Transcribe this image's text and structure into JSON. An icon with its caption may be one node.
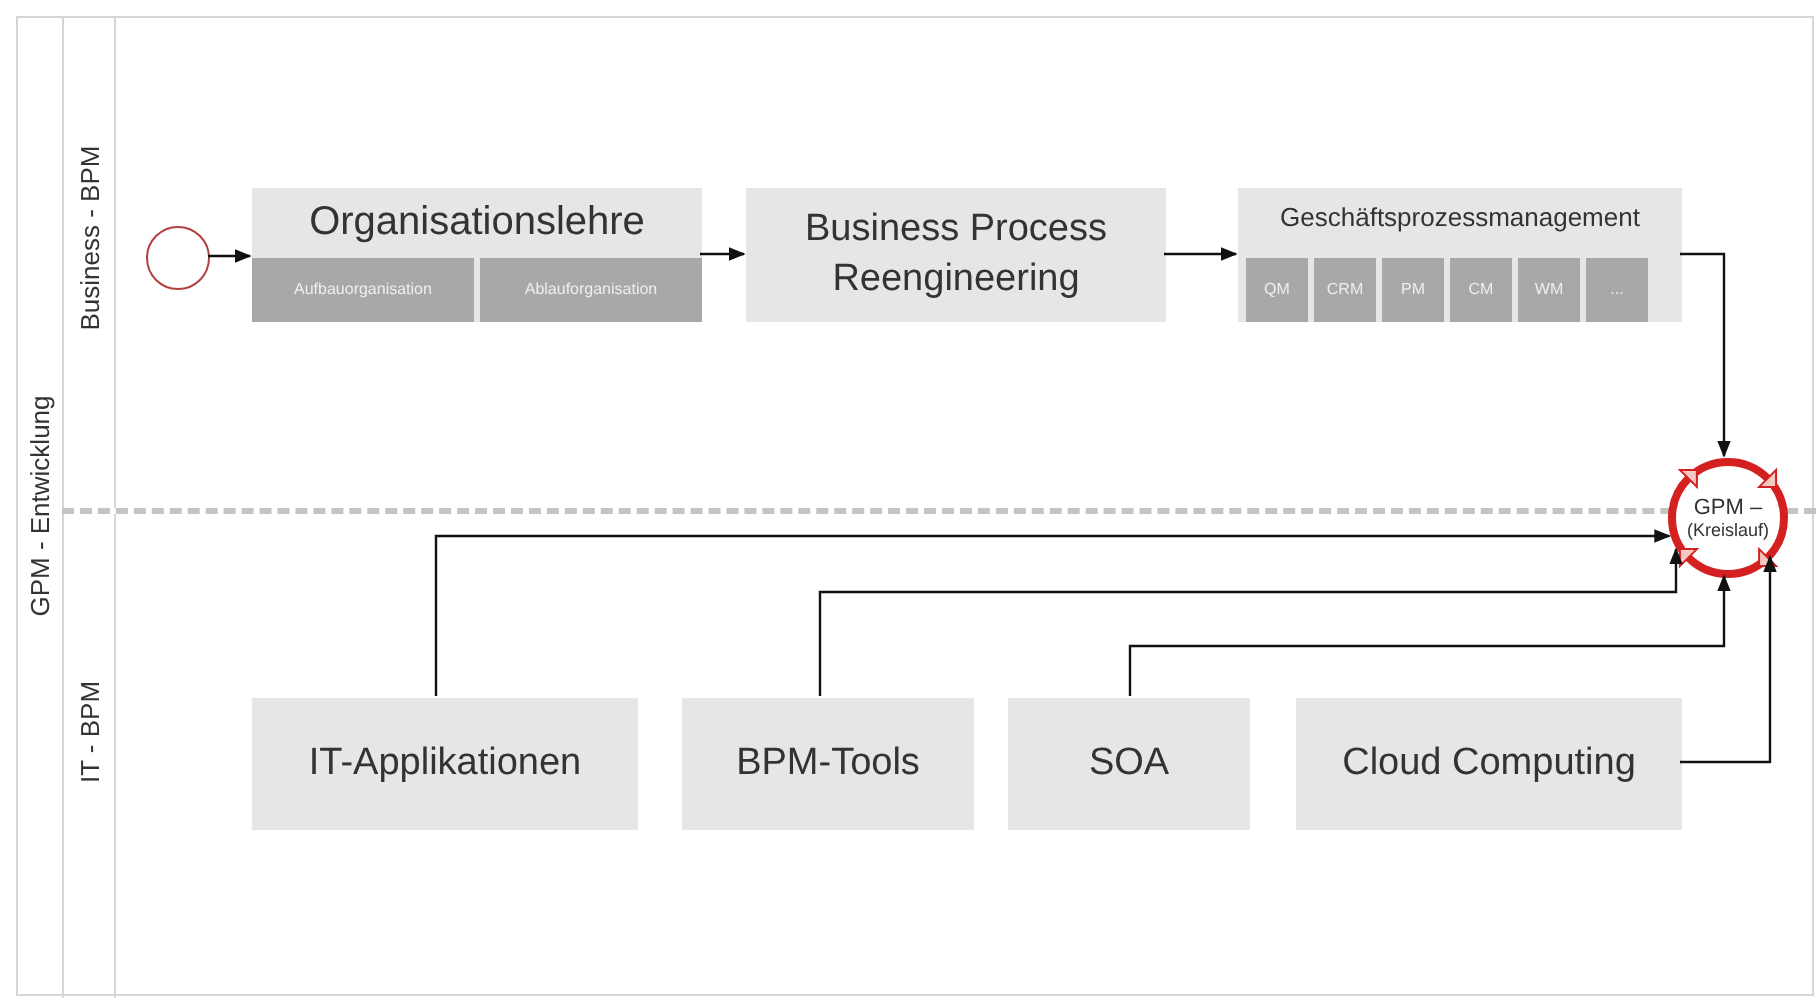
{
  "diagram": {
    "nodes": [
      {
        "text": [
          "GPM - Entwicklung"
        ]
      },
      {
        "text": [
          "Business - BPM"
        ],
        "in": 0
      },
      {
        "text": [
          "IT - BPM"
        ],
        "in": 0
      },
      {
        "text": [],
        "shape": "circle",
        "in": 1
      },
      {
        "text": [
          "Organisationslehre"
        ],
        "in": 1
      },
      {
        "text": [
          "Aufbauorganisation"
        ],
        "in": 4
      },
      {
        "text": [
          "Ablauforganisation"
        ],
        "in": 4
      },
      {
        "text": [
          "Business Process Reengineering"
        ],
        "in": 1
      },
      {
        "text": [
          "Geschäftsprozessmanagement"
        ],
        "in": 1
      },
      {
        "text": [
          "QM"
        ],
        "in": 8
      },
      {
        "text": [
          "CRM"
        ],
        "in": 8
      },
      {
        "text": [
          "PM"
        ],
        "in": 8
      },
      {
        "text": [
          "CM"
        ],
        "in": 8
      },
      {
        "text": [
          "WM"
        ],
        "in": 8
      },
      {
        "text": [
          "..."
        ],
        "in": 8
      },
      {
        "text": [
          "GPM –",
          "(Kreislauf)"
        ],
        "in": 0
      },
      {
        "text": [
          "IT-Applikationen"
        ],
        "in": 2
      },
      {
        "text": [
          "BPM-Tools"
        ],
        "in": 2
      },
      {
        "text": [
          "SOA"
        ],
        "in": 2
      },
      {
        "text": [
          "Cloud Computing"
        ],
        "in": 2
      }
    ],
    "edges": [
      {
        "from": 3,
        "to": 4,
        "arrow": "to"
      },
      {
        "from": 4,
        "to": 7,
        "arrow": "to"
      },
      {
        "from": 7,
        "to": 8,
        "arrow": "to"
      },
      {
        "from": 8,
        "to": 15,
        "arrow": "to"
      },
      {
        "from": 16,
        "to": 15,
        "arrow": "to"
      },
      {
        "from": 17,
        "to": 15,
        "arrow": "to"
      },
      {
        "from": 18,
        "to": 15,
        "arrow": "to"
      },
      {
        "from": 19,
        "to": 15,
        "arrow": "to"
      }
    ]
  }
}
